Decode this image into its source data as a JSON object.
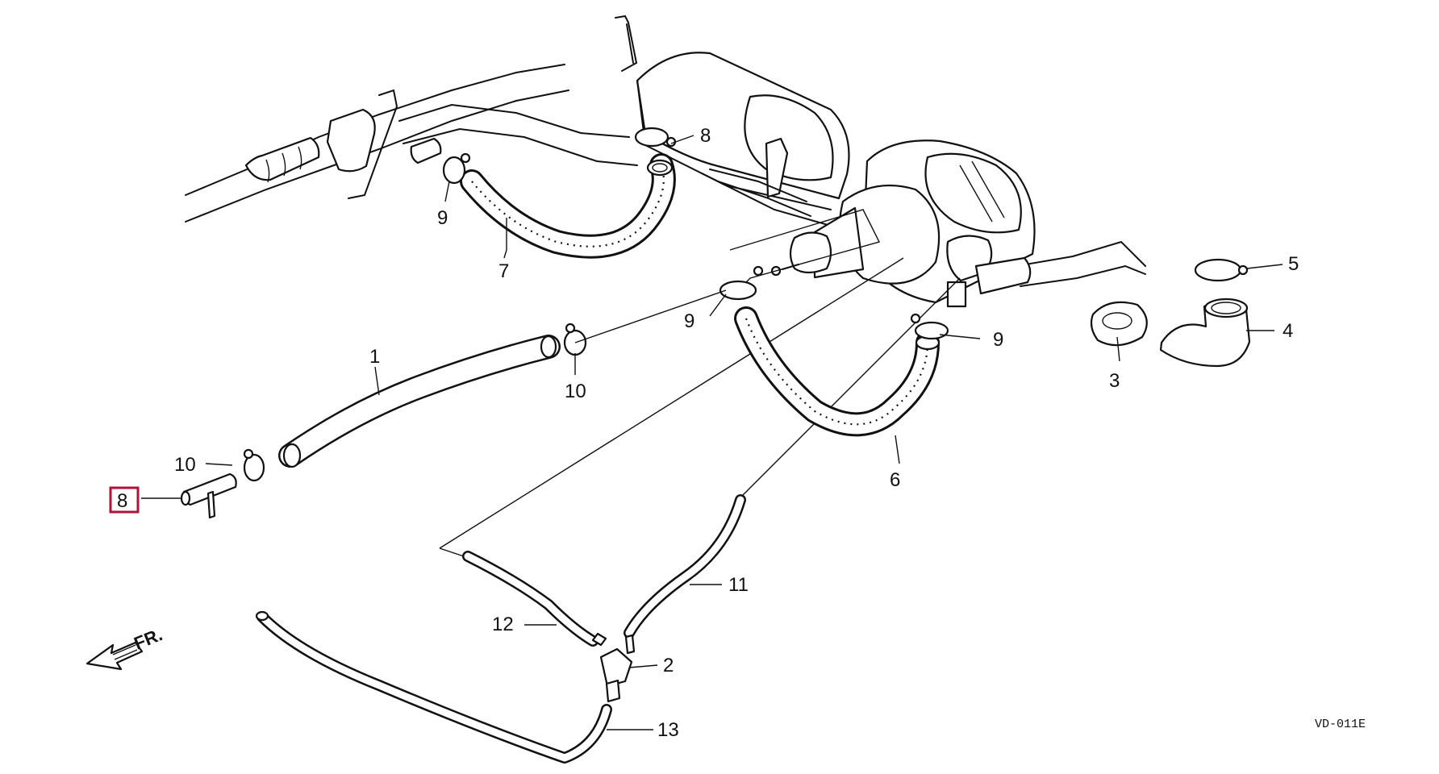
{
  "callouts": [
    {
      "id": "1",
      "label": "1"
    },
    {
      "id": "2",
      "label": "2"
    },
    {
      "id": "3",
      "label": "3"
    },
    {
      "id": "4",
      "label": "4"
    },
    {
      "id": "5",
      "label": "5"
    },
    {
      "id": "6",
      "label": "6"
    },
    {
      "id": "7",
      "label": "7"
    },
    {
      "id": "8",
      "label": "8",
      "highlighted": true
    },
    {
      "id": "9a",
      "label": "9"
    },
    {
      "id": "9b",
      "label": "9"
    },
    {
      "id": "9c",
      "label": "9"
    },
    {
      "id": "9d",
      "label": "9"
    },
    {
      "id": "10a",
      "label": "10"
    },
    {
      "id": "10b",
      "label": "10"
    },
    {
      "id": "11",
      "label": "11"
    },
    {
      "id": "12",
      "label": "12"
    },
    {
      "id": "13",
      "label": "13"
    }
  ],
  "direction_label": "FR.",
  "diagram_code": "VD-011E",
  "colors": {
    "highlight": "#b0123a",
    "ink": "#111111",
    "background": "#ffffff"
  }
}
